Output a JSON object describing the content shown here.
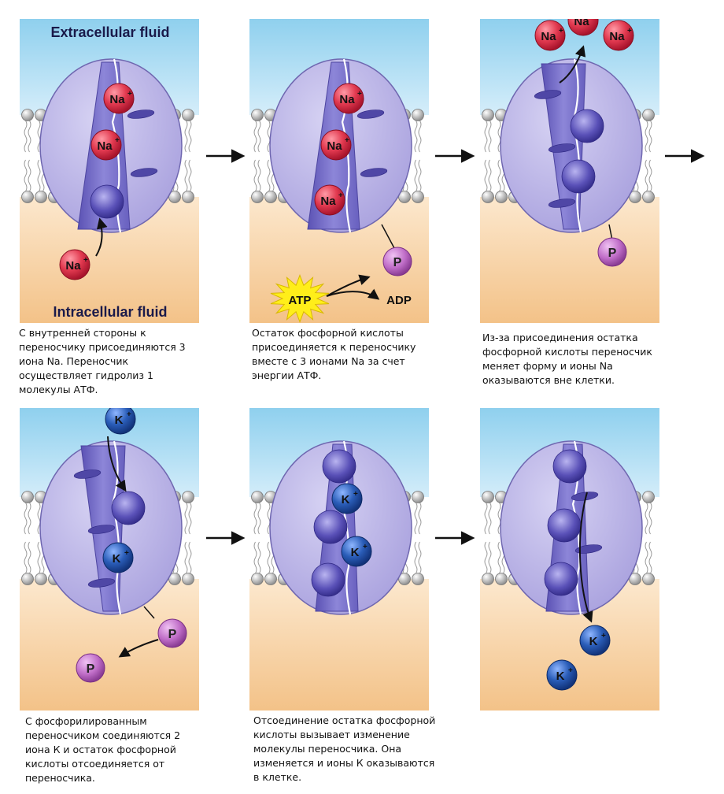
{
  "labels": {
    "extracellular": "Extracellular fluid",
    "intracellular": "Intracellular fluid",
    "na": "Na",
    "k": "K",
    "plus": "+",
    "phosphate": "P",
    "atp": "ATP",
    "adp": "ADP"
  },
  "captions": [
    "С внутренней стороны к\nпереносчику присоединяются 3\nиона Na. Переносчик\nосуществляет гидролиз 1\nмолекулы АТФ.",
    "Остаток фосфорной кислоты\nприсоединяется к переносчику\nвместе с 3 ионами Na за счет\nэнергии АТФ.",
    "Из-за присоединения остатка\nфосфорной кислоты переносчик\nменяет форму и ионы Na\nоказываются вне клетки.",
    "С фосфорилированным\nпереносчиком соединяются 2\nиона К и остаток фосфорной\nкислоты отсоединяется от\nпереносчика.",
    "Отсоединение остатка фосфорной\nкислоты вызывает изменение\nмолекулы переносчика. Она\nизменяется и  ионы К оказываются\nв клетке.",
    ""
  ],
  "colors": {
    "sky_top": "#8fd0ee",
    "sky_bottom": "#ffffff",
    "cyto_top": "#fff1dc",
    "cyto_bottom": "#f4c48e",
    "protein": "#bcb6e6",
    "protein_edge": "#6f67b0",
    "channel": "#6f67c6",
    "na_ion": "#e23a50",
    "k_ion": "#2a5db8",
    "phosphate": "#c06ec8",
    "atp": "#ffee1a",
    "lipid_head": "#cfcfcf"
  }
}
